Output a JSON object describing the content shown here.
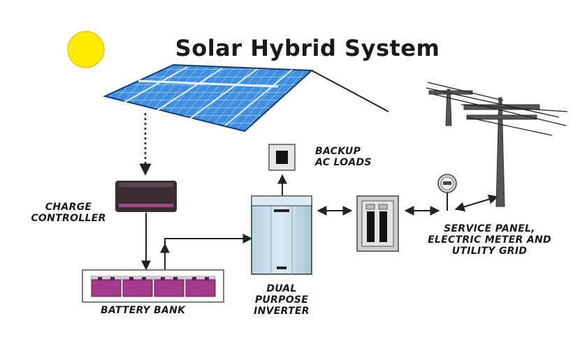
{
  "title": "Solar Hybrid System",
  "labels": {
    "backup": [
      "BACKUP",
      "AC LOADS"
    ],
    "charge": [
      "CHARGE",
      "CONTROLLER"
    ],
    "service": [
      "SERVICE PANEL,",
      "ELECTRIC METER AND",
      "UTILITY GRID"
    ],
    "inverter": [
      "DUAL",
      "PURPOSE",
      "INVERTER"
    ],
    "battery": "BATTERY BANK"
  },
  "colors": {
    "sun": "#ffea00",
    "panel": "#3a86d8",
    "controller": "#3a2c33",
    "controller_stripe": "#a0478e",
    "battery": "#a33a8c",
    "inverter": "#c7dde8",
    "lines": "#222222"
  },
  "icons": {
    "sun": "sun-icon",
    "solar_panel": "solar-panel-icon",
    "utility_pole": "utility-pole-icon",
    "meter": "electric-meter-icon"
  }
}
